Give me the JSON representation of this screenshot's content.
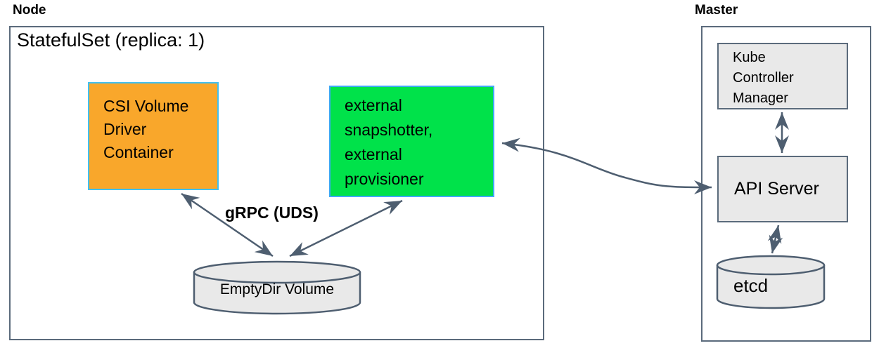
{
  "node": {
    "label": "Node",
    "statefulset": "StatefulSet (replica: 1)",
    "csi_box": {
      "text": "CSI Volume Driver Container",
      "lines": [
        "CSI Volume",
        "Driver",
        "Container"
      ]
    },
    "sidecar_box": {
      "text": "external snapshotter, external provisioner",
      "lines": [
        "external",
        "snapshotter,",
        "external",
        "provisioner"
      ]
    },
    "grpc_label": "gRPC (UDS)",
    "emptydir_label": "EmptyDir Volume"
  },
  "master": {
    "label": "Master",
    "kcm": {
      "text": "Kube Controller Manager",
      "lines": [
        "Kube",
        "Controller",
        "Manager"
      ]
    },
    "api_server": "API Server",
    "etcd": "etcd"
  },
  "arrows": [
    {
      "from": "CSI Volume Driver Container",
      "to": "EmptyDir Volume",
      "type": "bidirectional",
      "label": "gRPC (UDS)"
    },
    {
      "from": "external snapshotter, external provisioner",
      "to": "EmptyDir Volume",
      "type": "bidirectional",
      "label": "gRPC (UDS)"
    },
    {
      "from": "external snapshotter, external provisioner",
      "to": "API Server",
      "type": "bidirectional",
      "label": ""
    },
    {
      "from": "Kube Controller Manager",
      "to": "API Server",
      "type": "bidirectional",
      "label": ""
    },
    {
      "from": "API Server",
      "to": "etcd",
      "type": "bidirectional",
      "label": ""
    }
  ],
  "colors": {
    "csi_fill": "#F9A72B",
    "csi_border": "#41C0F0",
    "sidecar_fill": "#00E24A",
    "sidecar_border": "#3FA9F5",
    "gray_fill": "#E9E9E9",
    "boundary_border": "#5B6B7C",
    "arrow": "#4E5E70",
    "text": "#000000"
  }
}
